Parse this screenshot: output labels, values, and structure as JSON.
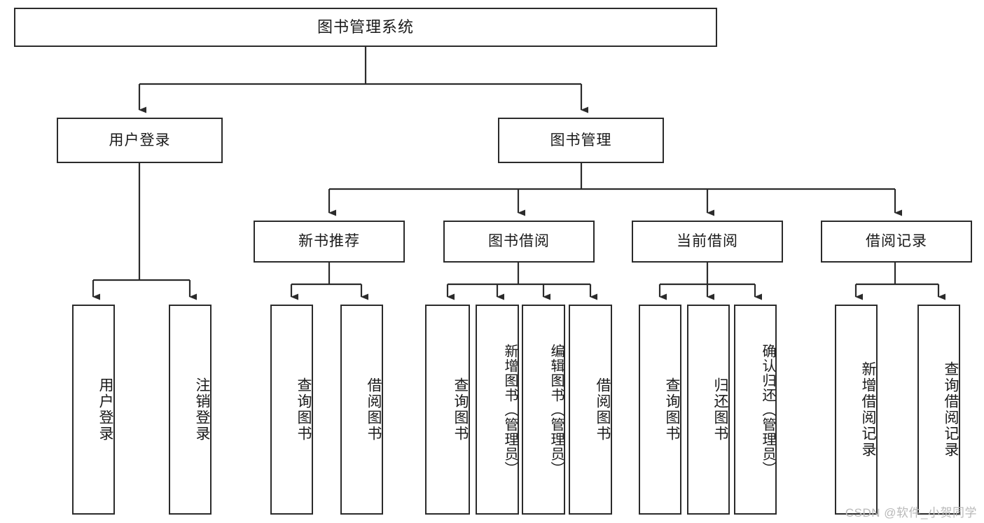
{
  "diagram": {
    "title": "图书管理系统",
    "type": "tree-hierarchy",
    "stroke_color": "#2b2b2b",
    "fill_color": "#ffffff",
    "text_color": "#1a1a1a"
  },
  "root": {
    "label": "图书管理系统"
  },
  "level2": [
    {
      "label": "用户登录"
    },
    {
      "label": "图书管理"
    }
  ],
  "level3": [
    {
      "label": "新书推荐"
    },
    {
      "label": "图书借阅"
    },
    {
      "label": "当前借阅"
    },
    {
      "label": "借阅记录"
    }
  ],
  "leaves": {
    "user_login": [
      {
        "label": "用户登录"
      },
      {
        "label": "注销登录"
      }
    ],
    "new_book_recommend": [
      {
        "label": "查询图书"
      },
      {
        "label": "借阅图书"
      }
    ],
    "book_borrow": [
      {
        "label": "查询图书"
      },
      {
        "label": "新增图书（管理员）"
      },
      {
        "label": "编辑图书（管理员）"
      },
      {
        "label": "借阅图书"
      }
    ],
    "current_borrow": [
      {
        "label": "查询图书"
      },
      {
        "label": "归还图书"
      },
      {
        "label": "确认归还（管理员）"
      }
    ],
    "borrow_record": [
      {
        "label": "新增借阅记录"
      },
      {
        "label": "查询借阅记录"
      }
    ]
  },
  "watermark": {
    "text": "CSDN @软件_小贺同学"
  }
}
